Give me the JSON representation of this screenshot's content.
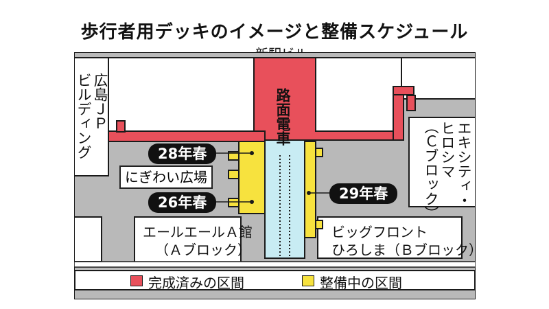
{
  "title": "歩行者用デッキのイメージと整備スケジュール",
  "labels": {
    "station": "新駅ビル",
    "tram": "路面電車",
    "hiroshima_jp": "広島ＪＰ",
    "hiroshima_jp_2": "ビルディング",
    "ekicity": "エキシティ・",
    "ekicity_2": "ヒロシマ",
    "ekicity_3": "（Ｃブロック）",
    "plaza": "にぎわい広場",
    "ale": "エールエールＡ館",
    "ale_block": "（Ａブロック）",
    "bigfront": "ビッグフロント",
    "bigfront_block": "ひろしま（Ｂブロック）"
  },
  "schedule": {
    "b28": "28年春",
    "b26": "26年春",
    "b29": "29年春"
  },
  "legend": {
    "completed": "完成済みの区間",
    "in_progress": "整備中の区間"
  },
  "colors": {
    "completed": "#e8505b",
    "in_progress": "#f7e23e",
    "tram": "#c8ecf3",
    "road": "#b9b9b9",
    "building": "#ffffff",
    "outline": "#1a1a1a"
  }
}
